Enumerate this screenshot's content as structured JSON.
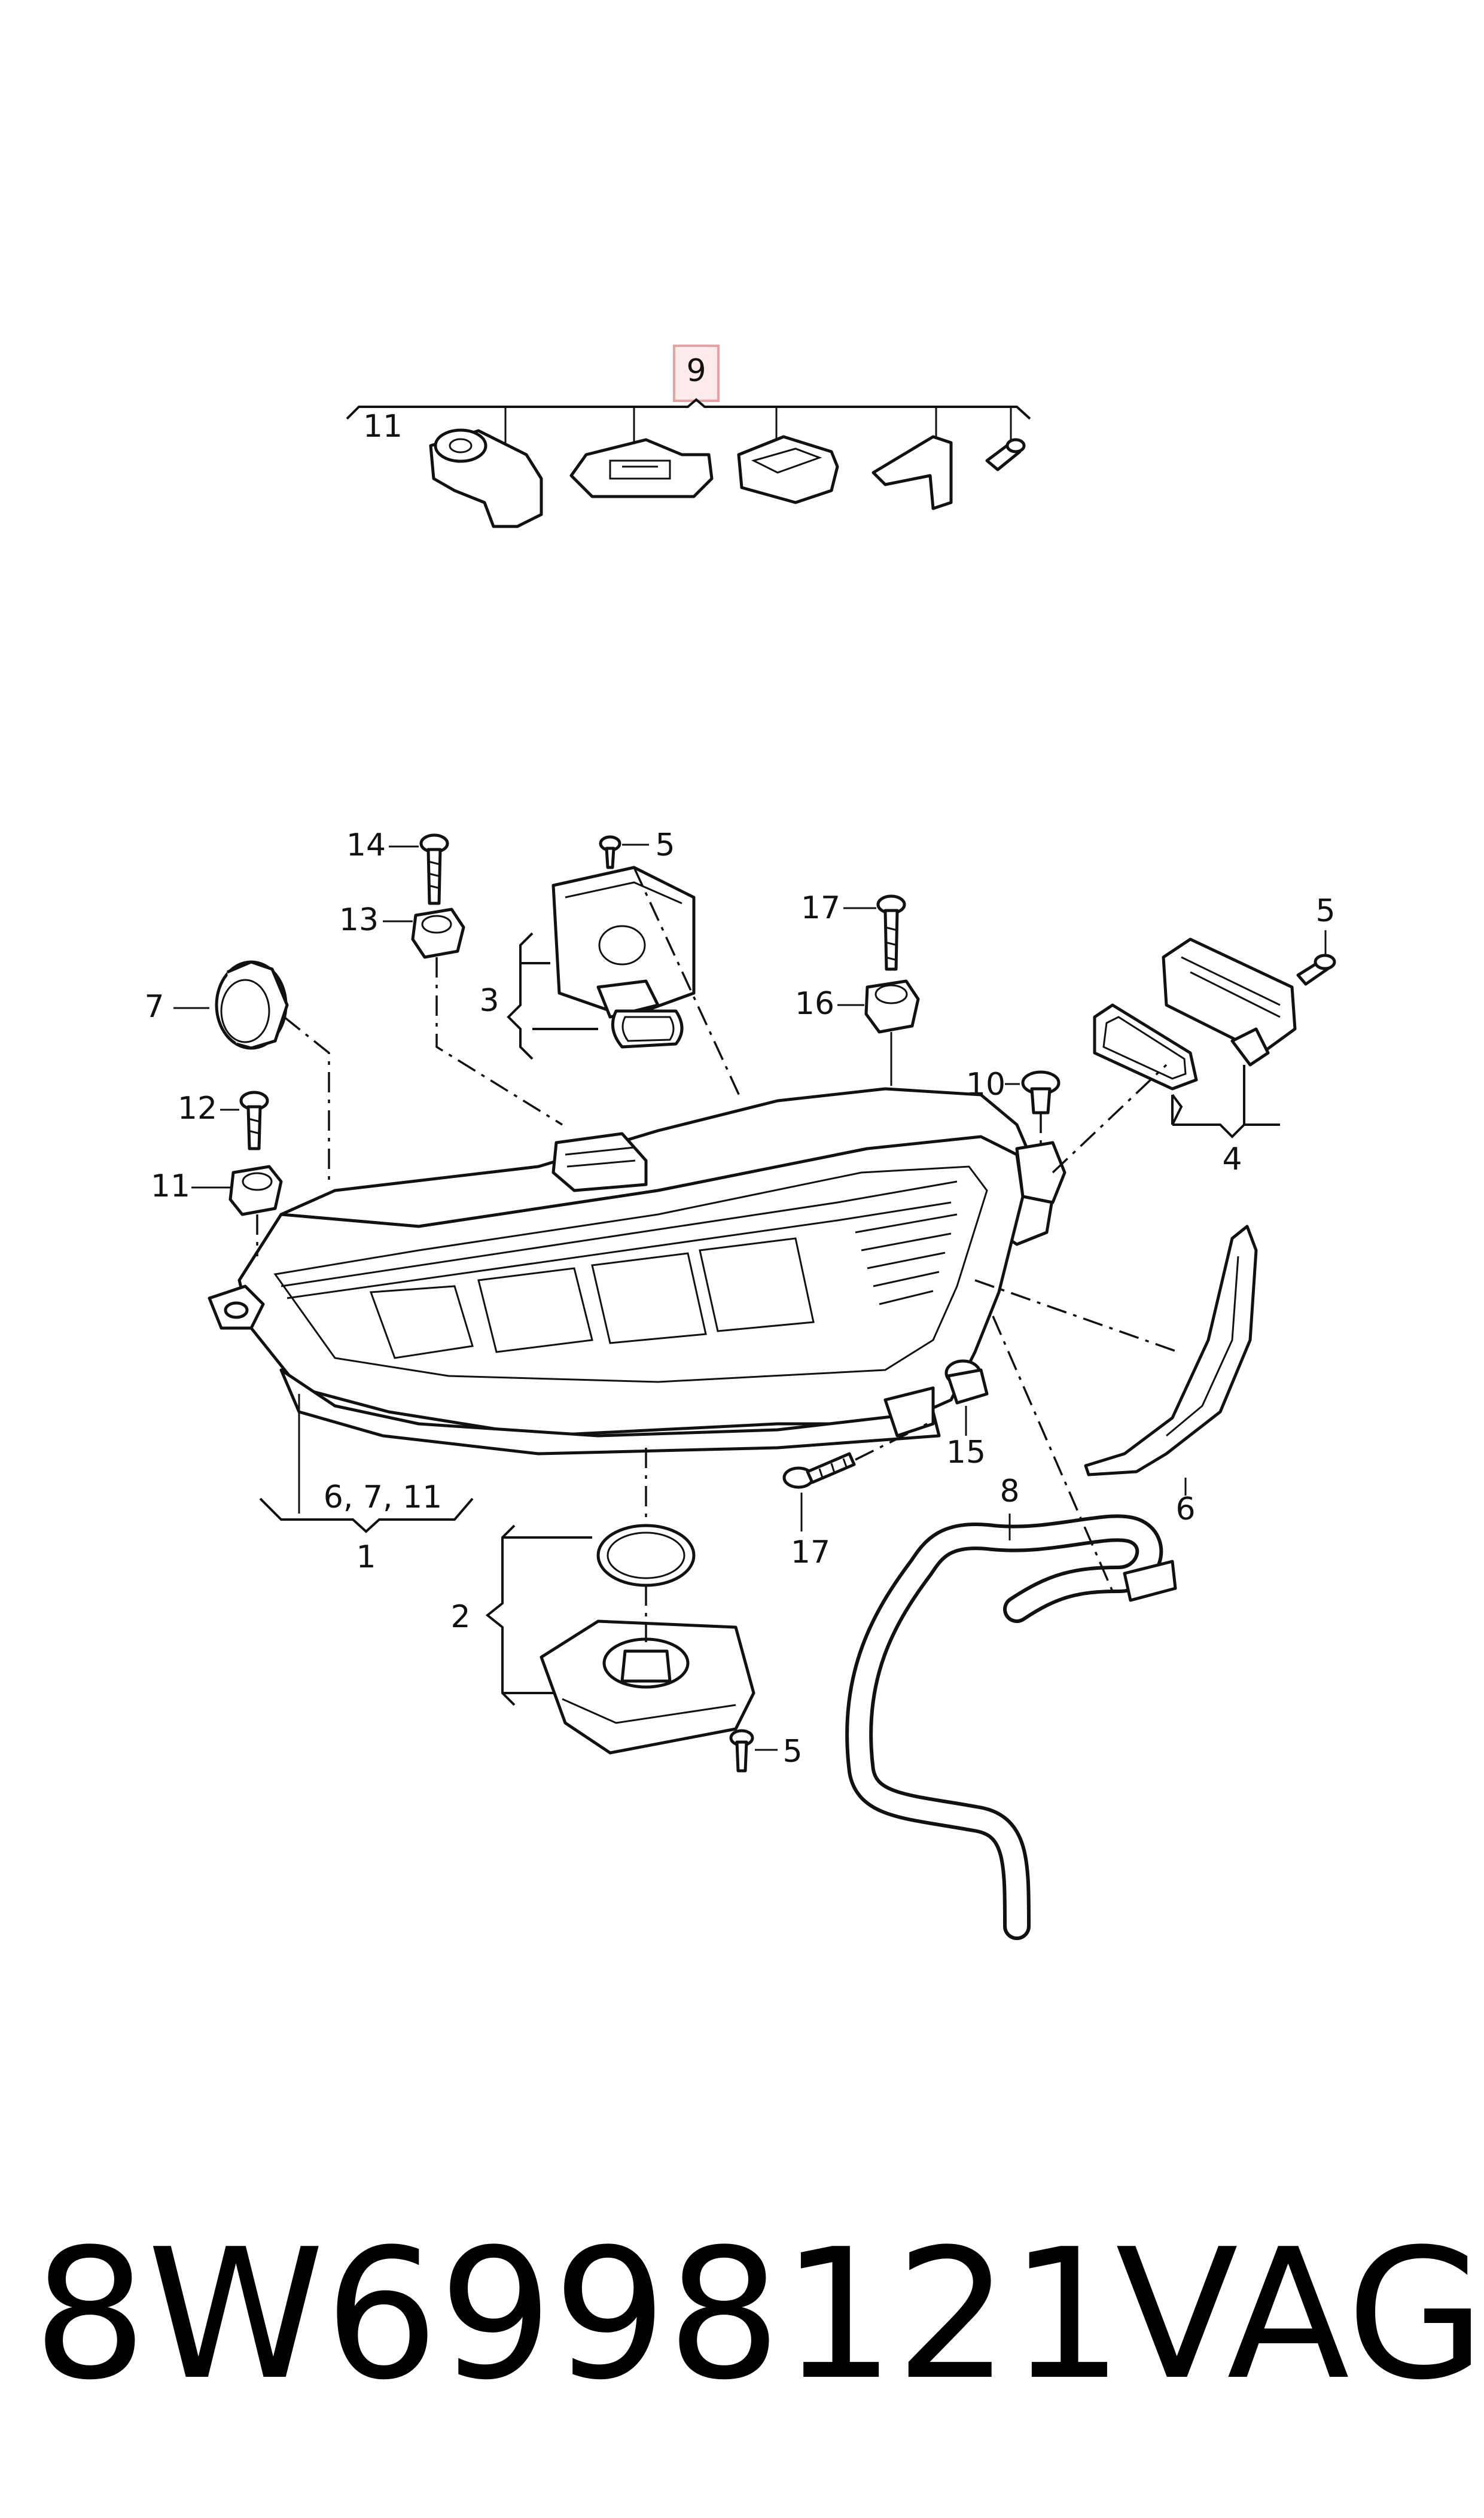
{
  "callouts": {
    "c9": "9",
    "c11_top": "11",
    "c14": "14",
    "c13": "13",
    "c5_a": "5",
    "c3": "3",
    "c7": "7",
    "c17_a": "17",
    "c16": "16",
    "c5_b": "5",
    "c10": "10",
    "c4": "4",
    "c12": "12",
    "c11": "11",
    "c15": "15",
    "c17_b": "17",
    "c6": "6",
    "c8": "8",
    "c1_group": "6, 7, 11",
    "c1": "1",
    "c2": "2",
    "c5_c": "5"
  },
  "highlight_color": "#e8a0a0",
  "footer": {
    "part_number": "8W6998121",
    "brand": "VAG"
  }
}
